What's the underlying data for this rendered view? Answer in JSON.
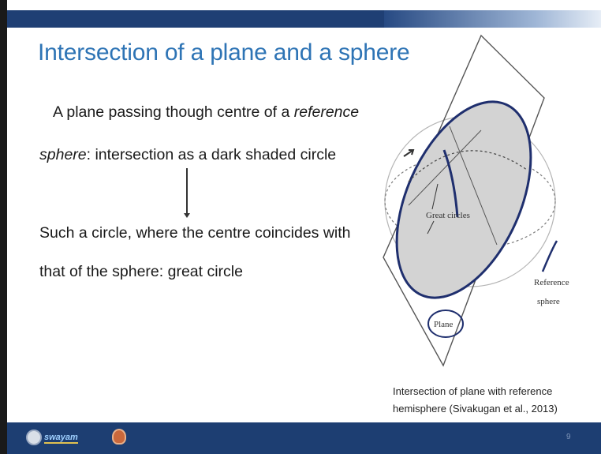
{
  "slide": {
    "title": "Intersection of a plane and a sphere",
    "body": {
      "line1": "A plane passing though centre of a ",
      "line1_italic": "reference",
      "line2_italic": "sphere",
      "line2": ": intersection as a dark shaded circle",
      "line3": "Such a circle, where the centre coincides with",
      "line4": "that of the sphere: great circle"
    },
    "figure": {
      "label_great_circles": "Great circles",
      "label_reference_1": "Reference",
      "label_reference_2": "sphere",
      "label_plane": "Plane"
    },
    "caption": {
      "line1": "Intersection of plane with reference",
      "line2": "hemisphere (Sivakugan et al., 2013)"
    },
    "footer": {
      "logo_text": "swayam",
      "page_number": "9"
    }
  },
  "colors": {
    "title": "#2e74b5",
    "top_bar": "#1f3f74",
    "bottom_bar": "#1d3e72",
    "great_circle_fill": "#d3d3d3",
    "great_circle_stroke": "#1f2f6e"
  }
}
